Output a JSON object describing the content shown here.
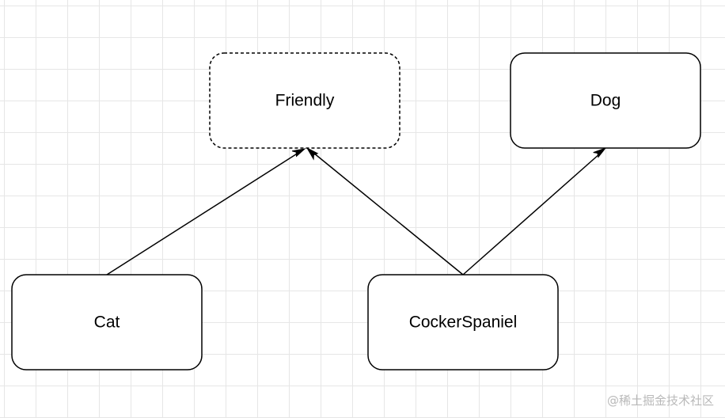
{
  "diagram": {
    "nodes": [
      {
        "id": "friendly",
        "label": "Friendly",
        "style": "dashed"
      },
      {
        "id": "dog",
        "label": "Dog",
        "style": "solid"
      },
      {
        "id": "cat",
        "label": "Cat",
        "style": "solid"
      },
      {
        "id": "cocker",
        "label": "CockerSpaniel",
        "style": "solid"
      }
    ],
    "edges": [
      {
        "from": "cat",
        "to": "friendly"
      },
      {
        "from": "cocker",
        "to": "friendly"
      },
      {
        "from": "cocker",
        "to": "dog"
      }
    ]
  },
  "watermark": "@稀土掘金技术社区",
  "colors": {
    "stroke": "#000000",
    "grid": "#e6e6e6",
    "watermark": "#b9b9b9"
  }
}
